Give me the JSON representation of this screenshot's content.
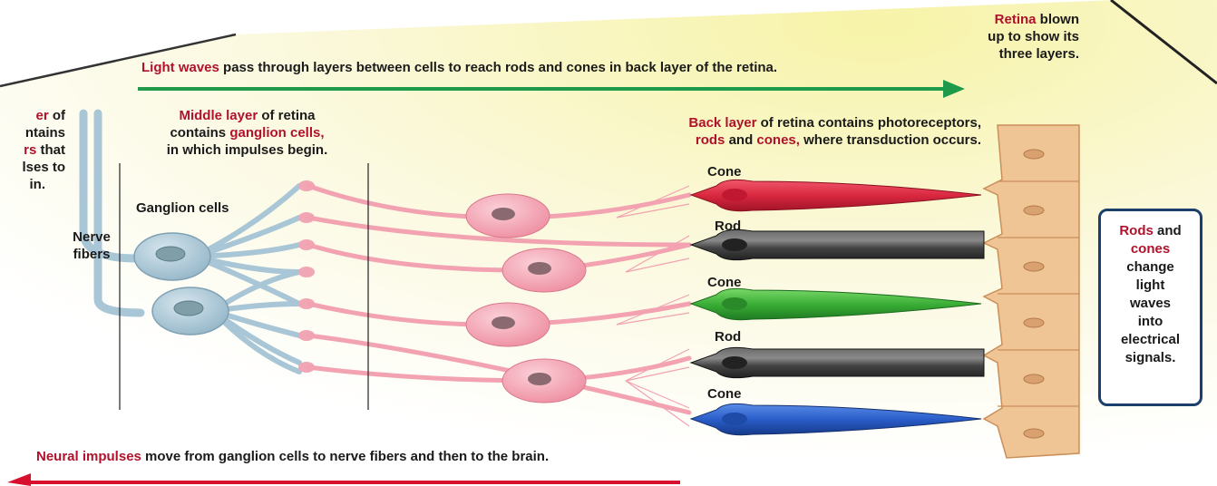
{
  "top_arrow": {
    "highlight": "Light waves",
    "text": " pass through layers between cells to reach rods and cones in back layer of the retina.",
    "color": "#1e9a4a"
  },
  "retina_note": {
    "highlight": "Retina",
    "line1": " blown",
    "line2": "up to show its",
    "line3": "three layers."
  },
  "front_layer": {
    "line1_highlight": "er",
    "line1": " of",
    "line2": "ntains",
    "line3_highlight": "rs",
    "line3": " that",
    "line4": "lses to",
    "line5": "in."
  },
  "middle_layer": {
    "highlight": "Middle layer",
    "line1": " of retina",
    "line2": "contains ",
    "line2_highlight": "ganglion cells,",
    "line3": "in which impulses begin."
  },
  "back_layer": {
    "highlight": "Back layer",
    "line1": " of retina contains photoreceptors,",
    "rods": "rods",
    "and": " and ",
    "cones": "cones,",
    "line2": " where transduction occurs."
  },
  "ganglion_label": "Ganglion cells",
  "nerve_fibers": {
    "line1": "Nerve",
    "line2": "fibers"
  },
  "photoreceptor_labels": [
    "Cone",
    "Rod",
    "Cone",
    "Rod",
    "Cone"
  ],
  "callout": {
    "rods": "Rods",
    "and": " and",
    "cones": "cones",
    "l3": "change",
    "l4": "light",
    "l5": "waves",
    "l6": "into",
    "l7": "electrical",
    "l8": "signals."
  },
  "bottom_arrow": {
    "highlight": "Neural impulses",
    "text": " move from ganglion cells to nerve fibers and then to the brain.",
    "color": "#d8102e"
  },
  "colors": {
    "ganglion": "#a9c6d6",
    "bipolar": "#f2a2b0",
    "cone_red": "#e2324b",
    "cone_green": "#3fb23a",
    "cone_blue": "#2a5dc8",
    "rod": "#4a4a4a",
    "pigment": "#e8b786",
    "highlight_text": "#b0122c",
    "panel": "#f6f2b8"
  }
}
